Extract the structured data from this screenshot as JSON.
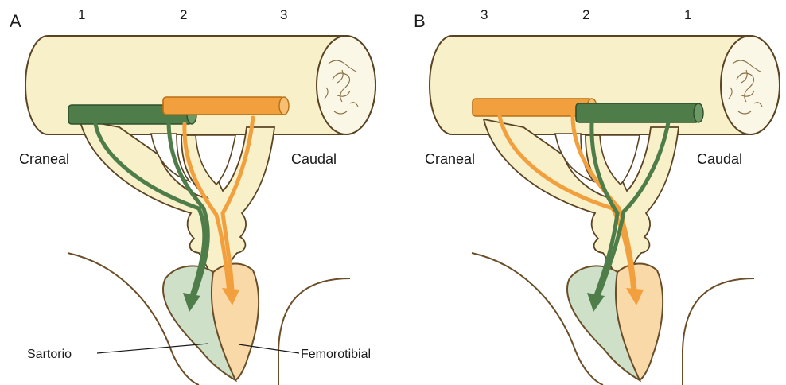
{
  "panels": [
    {
      "letter": "A",
      "numbers": [
        "1",
        "2",
        "3"
      ],
      "cranial_label": "Craneal",
      "caudal_label": "Caudal"
    },
    {
      "letter": "B",
      "numbers": [
        "3",
        "2",
        "1"
      ],
      "cranial_label": "Craneal",
      "caudal_label": "Caudal"
    }
  ],
  "muscles": {
    "sartorius": "Sartorio",
    "femorotibial": "Femorotibial"
  },
  "colors": {
    "cord": "#f7f0c9",
    "cord_outline": "#5b4423",
    "green_nerve": "#4f7d4a",
    "orange_nerve": "#f2a03e",
    "sartorius_fill": "#cfe0c9",
    "femorotibial_fill": "#f9d9a8",
    "limb_outline": "#6a4e28"
  }
}
